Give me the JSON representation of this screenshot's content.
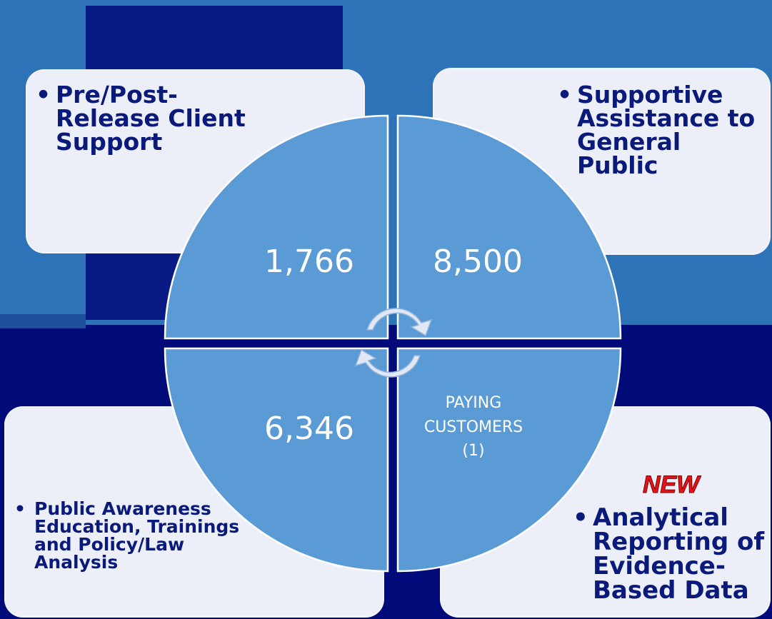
{
  "quadrants": {
    "top_left": {
      "value": "1,766",
      "description": "Pre/Post-Release Client Support"
    },
    "top_right": {
      "value": "8,500",
      "description": "Supportive Assistance to General Public"
    },
    "bottom_left": {
      "value": "6,346",
      "description": "Public Awareness Education, Trainings and Policy/Law Analysis"
    },
    "bottom_right": {
      "line1": "PAYING",
      "line2": "CUSTOMERS",
      "line3": "(1)",
      "description": "Analytical Reporting of Evidence-Based Data",
      "badge": "NEW"
    }
  },
  "colors": {
    "background": "#000a78",
    "quadrant_fill": "#5b9bd5",
    "text_dark": "#0a1a7a",
    "badge": "#e8131a"
  }
}
